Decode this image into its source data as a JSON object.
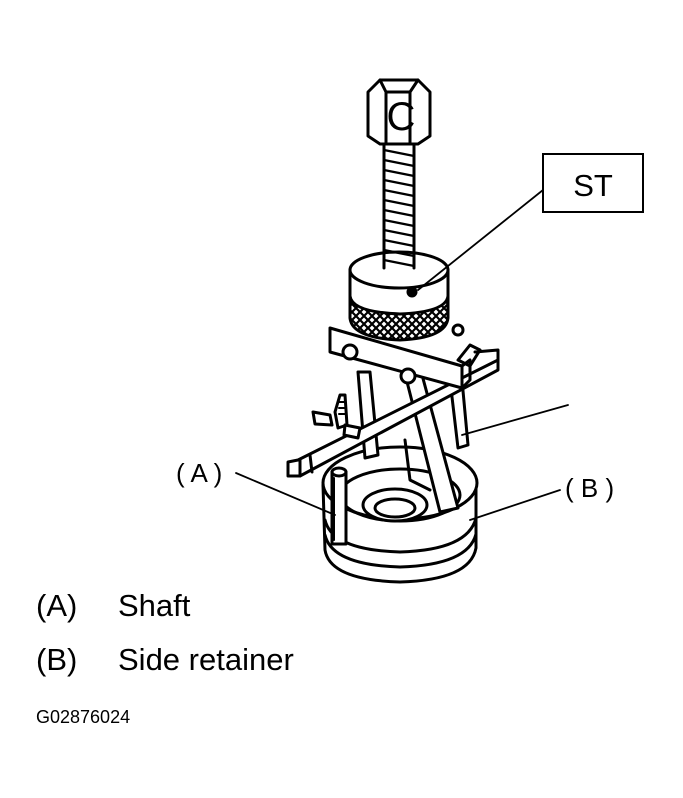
{
  "callouts": {
    "st": "ST",
    "a": "( A )",
    "b": "( B )"
  },
  "legend": [
    {
      "key": "(A)",
      "label": "Shaft"
    },
    {
      "key": "(B)",
      "label": "Side retainer"
    }
  ],
  "figure_code": "G02876024",
  "tool_head_letter": "C"
}
